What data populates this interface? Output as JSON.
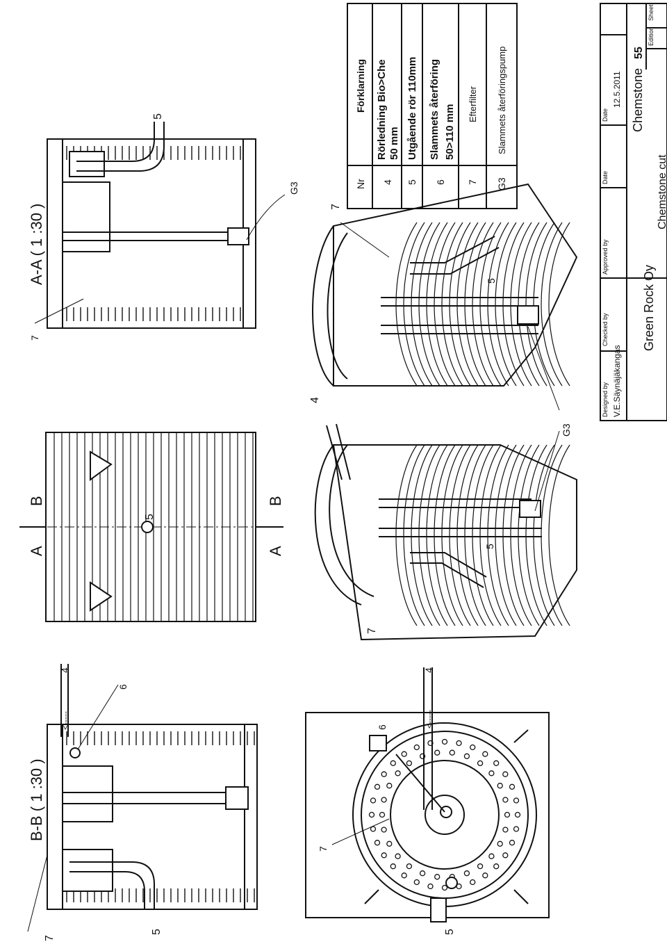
{
  "views": {
    "bb": {
      "title": "B-B ( 1 :30 )",
      "c7": "7",
      "c5": "5",
      "c4": "4",
      "c6": "6",
      "arrow": "<-----"
    },
    "aa": {
      "title": "A-A ( 1 :30 )",
      "c7": "7",
      "c5": "5",
      "g3": "G3"
    },
    "side": {
      "a_top": "A",
      "a_bot": "A",
      "b_top": "B",
      "b_bot": "B",
      "c5": "5"
    },
    "plan": {
      "c7": "7",
      "c6": "6",
      "c5": "5",
      "c4": "4",
      "arrow": "<-----"
    },
    "iso_left": {
      "c7": "7",
      "c5": "5",
      "c4": "4",
      "g3": "G3"
    },
    "iso_right": {
      "c7": "7",
      "c5": "5"
    }
  },
  "legend": {
    "header_nr": "Nr",
    "header_desc": "Förklarning",
    "rows": [
      {
        "nr": "4",
        "desc_line1": "Rörledning Bio>Che",
        "desc_line2": "50 mm"
      },
      {
        "nr": "5",
        "desc_line1": "Utgående rör 110mm",
        "desc_line2": ""
      },
      {
        "nr": "6",
        "desc_line1": "Slammets återföring",
        "desc_line2": "50>110 mm"
      },
      {
        "nr": "7",
        "desc_line1": "Efterfilter",
        "desc_line2": ""
      },
      {
        "nr": "G3",
        "desc_line1": "Slammets återföringspump",
        "desc_line2": ""
      }
    ]
  },
  "titleblock": {
    "designed_by_label": "Designed by",
    "designed_by": "V.E.Säynäjäkangas",
    "checked_by_label": "Checked by",
    "approved_by_label": "Approved by",
    "date_label": "Date",
    "date_label2": "Date",
    "date": "12.5.2011",
    "company": "Green Rock Oy",
    "product": "Chemstone",
    "number": "55",
    "drawing_title": "Chemstone cut",
    "edition_label": "Edition",
    "sheet_label": "Sheet"
  }
}
